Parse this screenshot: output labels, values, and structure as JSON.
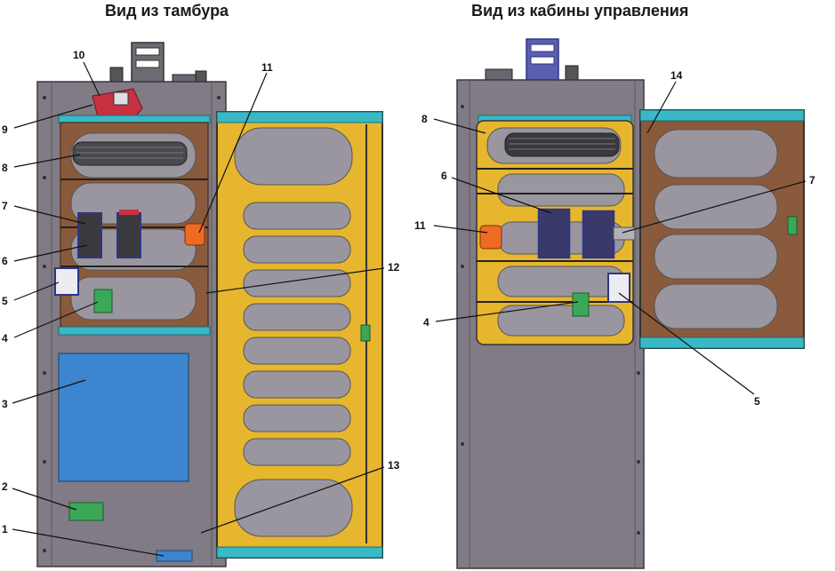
{
  "titles": {
    "left": "Вид из тамбура",
    "right": "Вид из кабины управления"
  },
  "left_callouts": [
    "10",
    "11",
    "9",
    "8",
    "7",
    "6",
    "5",
    "4",
    "3",
    "2",
    "1",
    "12",
    "13"
  ],
  "right_callouts": [
    "14",
    "8",
    "6",
    "7",
    "11",
    "4",
    "5"
  ],
  "colors": {
    "cabinet": "#7f7a83",
    "panel_brown": "#8a5a3c",
    "door_yellow": "#e7b62f",
    "cutout": "#9a96a0",
    "cyan": "#39b9c6",
    "blue_panel": "#3d86cf",
    "green": "#3aa858",
    "orange": "#ef6a22",
    "red": "#c93040",
    "navy": "#2f3682"
  }
}
